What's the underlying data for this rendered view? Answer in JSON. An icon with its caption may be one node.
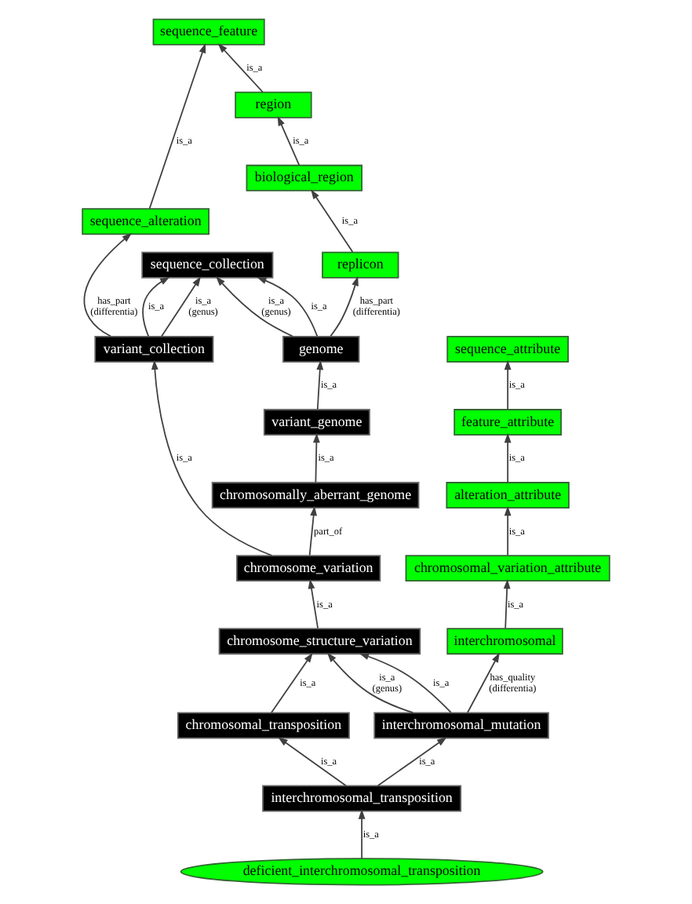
{
  "diagram": {
    "nodes": [
      {
        "text": [
          "sequence_feature"
        ]
      },
      {
        "text": [
          "region"
        ]
      },
      {
        "text": [
          "sequence_alteration"
        ]
      },
      {
        "text": [
          "biological_region"
        ]
      },
      {
        "text": [
          "replicon"
        ]
      },
      {
        "text": [
          "sequence_collection"
        ]
      },
      {
        "text": [
          "genome"
        ]
      },
      {
        "text": [
          "variant_collection"
        ]
      },
      {
        "text": [
          "sequence_attribute"
        ]
      },
      {
        "text": [
          "variant_genome"
        ]
      },
      {
        "text": [
          "feature_attribute"
        ]
      },
      {
        "text": [
          "chromosomally_aberrant_genome"
        ]
      },
      {
        "text": [
          "alteration_attribute"
        ]
      },
      {
        "text": [
          "chromosome_variation"
        ]
      },
      {
        "text": [
          "chromosomal_variation_attribute"
        ]
      },
      {
        "text": [
          "chromosome_structure_variation"
        ]
      },
      {
        "text": [
          "interchromosomal"
        ]
      },
      {
        "text": [
          "chromosomal_transposition"
        ]
      },
      {
        "text": [
          "interchromosomal_mutation"
        ]
      },
      {
        "text": [
          "interchromosomal_transposition"
        ]
      },
      {
        "text": [
          "deficient_interchromosomal_transposition"
        ]
      }
    ],
    "edges": [
      {
        "from": 1,
        "to": 0,
        "arrow": "to",
        "label": "is_a"
      },
      {
        "from": 2,
        "to": 0,
        "arrow": "to",
        "label": "is_a"
      },
      {
        "from": 3,
        "to": 1,
        "arrow": "to",
        "label": "is_a"
      },
      {
        "from": 4,
        "to": 3,
        "arrow": "to",
        "label": "is_a"
      },
      {
        "from": 6,
        "to": 4,
        "arrow": "to",
        "label": "has_part (differentia)"
      },
      {
        "from": 6,
        "to": 5,
        "arrow": "to",
        "label": "is_a (genus)"
      },
      {
        "from": 6,
        "to": 5,
        "arrow": "to",
        "label": "is_a"
      },
      {
        "from": 7,
        "to": 5,
        "arrow": "to",
        "label": "is_a"
      },
      {
        "from": 7,
        "to": 5,
        "arrow": "to",
        "label": "is_a (genus)"
      },
      {
        "from": 7,
        "to": 2,
        "arrow": "to",
        "label": "has_part (differentia)"
      },
      {
        "from": 10,
        "to": 8,
        "arrow": "to",
        "label": "is_a"
      },
      {
        "from": 9,
        "to": 6,
        "arrow": "to",
        "label": "is_a"
      },
      {
        "from": 12,
        "to": 10,
        "arrow": "to",
        "label": "is_a"
      },
      {
        "from": 11,
        "to": 9,
        "arrow": "to",
        "label": "is_a"
      },
      {
        "from": 14,
        "to": 12,
        "arrow": "to",
        "label": "is_a"
      },
      {
        "from": 13,
        "to": 11,
        "arrow": "to",
        "label": "part_of"
      },
      {
        "from": 13,
        "to": 7,
        "arrow": "to",
        "label": "is_a"
      },
      {
        "from": 16,
        "to": 14,
        "arrow": "to",
        "label": "is_a"
      },
      {
        "from": 15,
        "to": 13,
        "arrow": "to",
        "label": "is_a"
      },
      {
        "from": 17,
        "to": 15,
        "arrow": "to",
        "label": "is_a"
      },
      {
        "from": 18,
        "to": 15,
        "arrow": "to",
        "label": "is_a (genus)"
      },
      {
        "from": 18,
        "to": 15,
        "arrow": "to",
        "label": "is_a"
      },
      {
        "from": 18,
        "to": 16,
        "arrow": "to",
        "label": "has_quality (differentia)"
      },
      {
        "from": 19,
        "to": 17,
        "arrow": "to",
        "label": "is_a"
      },
      {
        "from": 19,
        "to": 18,
        "arrow": "to",
        "label": "is_a"
      },
      {
        "from": 20,
        "to": 19,
        "arrow": "to",
        "label": "is_a"
      }
    ]
  }
}
